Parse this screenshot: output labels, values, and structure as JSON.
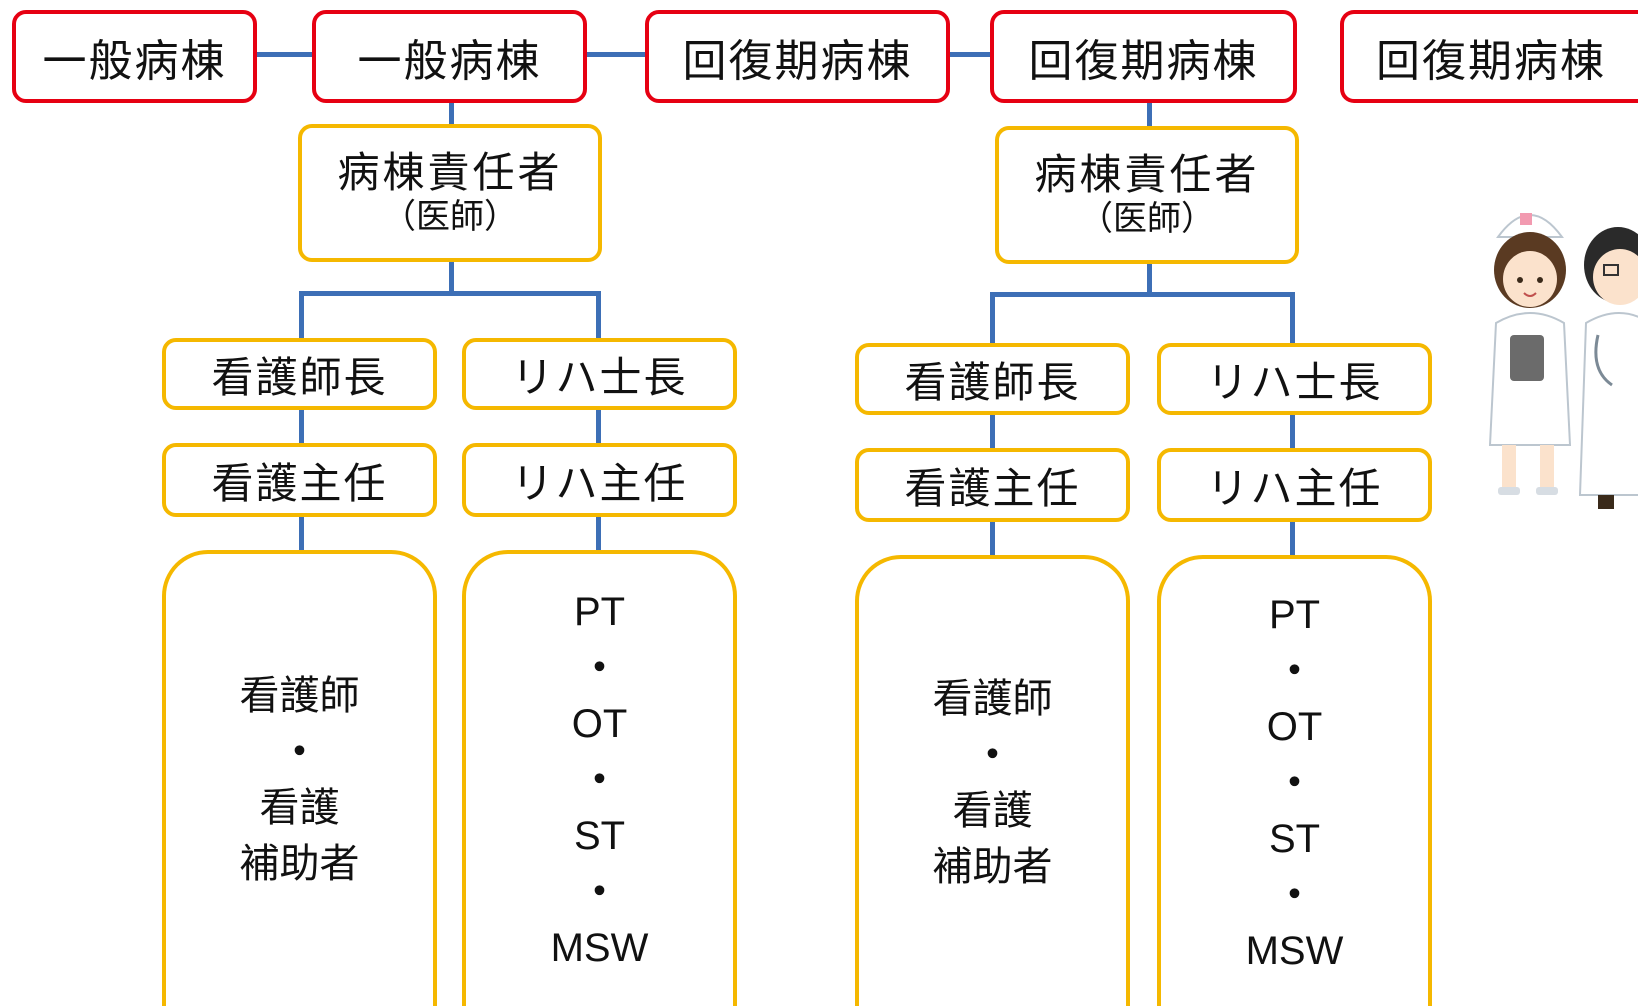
{
  "wards": [
    "一般病棟",
    "一般病棟",
    "回復期病棟",
    "回復期病棟",
    "回復期病棟"
  ],
  "units": [
    {
      "head": {
        "title": "病棟責任者",
        "sub": "（医師）"
      },
      "nursing": {
        "chief": "看護師長",
        "supervisor": "看護主任",
        "staff": [
          "看護師",
          "・",
          "看護",
          "補助者"
        ]
      },
      "rehab": {
        "chief": "リハ士長",
        "supervisor": "リハ主任",
        "staff": [
          "PT",
          "・",
          "OT",
          "・",
          "ST",
          "・",
          "MSW"
        ]
      }
    },
    {
      "head": {
        "title": "病棟責任者",
        "sub": "（医師）"
      },
      "nursing": {
        "chief": "看護師長",
        "supervisor": "看護主任",
        "staff": [
          "看護師",
          "・",
          "看護",
          "補助者"
        ]
      },
      "rehab": {
        "chief": "リハ士長",
        "supervisor": "リハ主任",
        "staff": [
          "PT",
          "・",
          "OT",
          "・",
          "ST",
          "・",
          "MSW"
        ]
      }
    }
  ],
  "colors": {
    "ward_border": "#e60012",
    "role_border": "#f5b800",
    "connector": "#3d6fb6"
  },
  "illustration": "nurse-and-doctor-illustration"
}
